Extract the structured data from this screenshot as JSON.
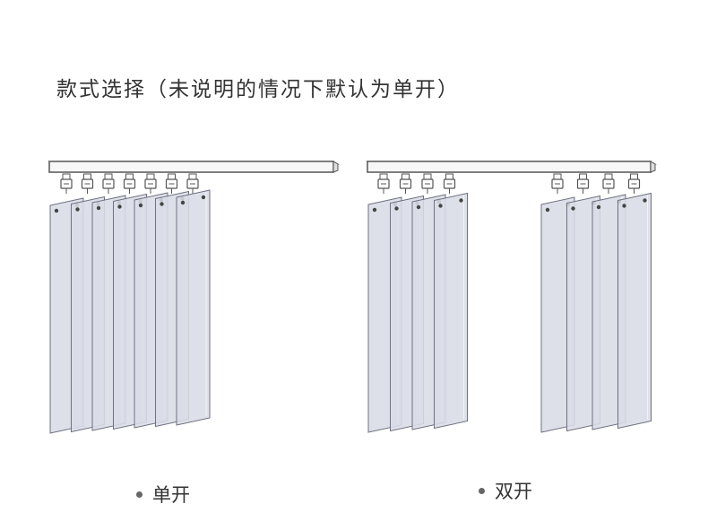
{
  "heading": "款式选择（未说明的情况下默认为单开）",
  "options": [
    {
      "label": "单开",
      "panel_count": 7
    },
    {
      "label": "双开",
      "panel_count": 8
    }
  ],
  "colors": {
    "panel_fill": "#d9dce6",
    "panel_stroke": "#6e7180",
    "track_fill": "#f7f7f7",
    "track_stroke": "#555555",
    "text": "#333333",
    "bullet": "#666666"
  }
}
